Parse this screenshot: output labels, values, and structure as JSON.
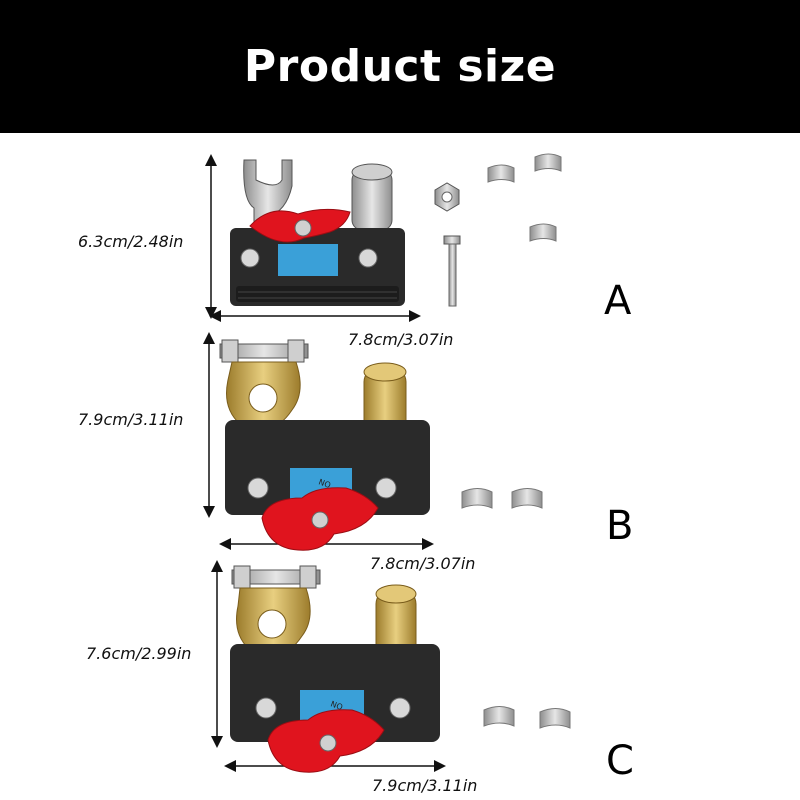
{
  "header": {
    "title": "Product size"
  },
  "products": [
    {
      "label": "A",
      "height_label": "6.3cm/2.48in",
      "width_label": "7.8cm/3.07in"
    },
    {
      "label": "B",
      "height_label": "7.9cm/3.11in",
      "width_label": "7.8cm/3.07in"
    },
    {
      "label": "C",
      "height_label": "7.6cm/2.99in",
      "width_label": "7.9cm/3.11in"
    }
  ],
  "switch_dial_text": "NO",
  "colors": {
    "header_bg": "#000000",
    "knob_red": "#e0141e",
    "body_black": "#2a2a2a",
    "dial_blue": "#3aa0d8",
    "brass": "#c9a64a",
    "silver": "#b8b8b8"
  }
}
